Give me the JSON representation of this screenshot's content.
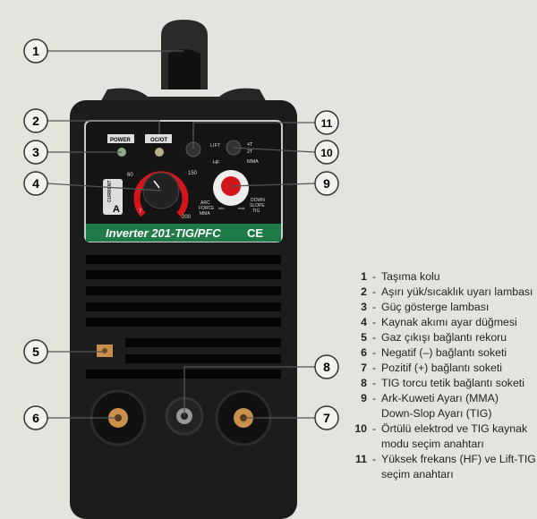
{
  "panel": {
    "power": "POWER",
    "ocot": "OC/OT",
    "lift": "LIFT",
    "hf": "HF",
    "t4": "4T",
    "t2": "2T",
    "mma": "MMA",
    "current": "CURRENT",
    "amp": "A",
    "s60": "60",
    "s150": "150",
    "s7": "7",
    "s200": "200",
    "arc": "ARC",
    "force": "FORCE",
    "mma2": "MMA",
    "down": "DOWN",
    "slope": "SLOPE",
    "tig": "TIG",
    "min": "min",
    "max": "max"
  },
  "model": "Inverter 201-TIG/PFC",
  "ce": "CE",
  "callouts": [
    "1",
    "2",
    "3",
    "4",
    "5",
    "6",
    "7",
    "8",
    "9",
    "10",
    "11"
  ],
  "legend": [
    {
      "n": "1",
      "t": "Taşıma kolu"
    },
    {
      "n": "2",
      "t": "Aşırı yük/sıcaklık uyarı lambası"
    },
    {
      "n": "3",
      "t": "Güç gösterge lambası"
    },
    {
      "n": "4",
      "t": "Kaynak akımı ayar düğmesi"
    },
    {
      "n": "5",
      "t": "Gaz çıkışı bağlantı rekoru"
    },
    {
      "n": "6",
      "t": "Negatif (–) bağlantı soketi"
    },
    {
      "n": "7",
      "t": "Pozitif (+) bağlantı soketi"
    },
    {
      "n": "8",
      "t": "TIG torcu tetik bağlantı soketi"
    },
    {
      "n": "9",
      "t": "Ark-Kuweti Ayarı (MMA)\nDown-Slop Ayarı (TIG)"
    },
    {
      "n": "10",
      "t": "Örtülü elektrod ve TIG kaynak\nmodu seçim anahtarı"
    },
    {
      "n": "11",
      "t": "Yüksek frekans (HF) ve Lift-TIG\nseçim anahtarı"
    }
  ],
  "colors": {
    "body": "#1c1c1c",
    "green": "#1e7a46",
    "red": "#d4161c",
    "brass": "#c8904a"
  }
}
